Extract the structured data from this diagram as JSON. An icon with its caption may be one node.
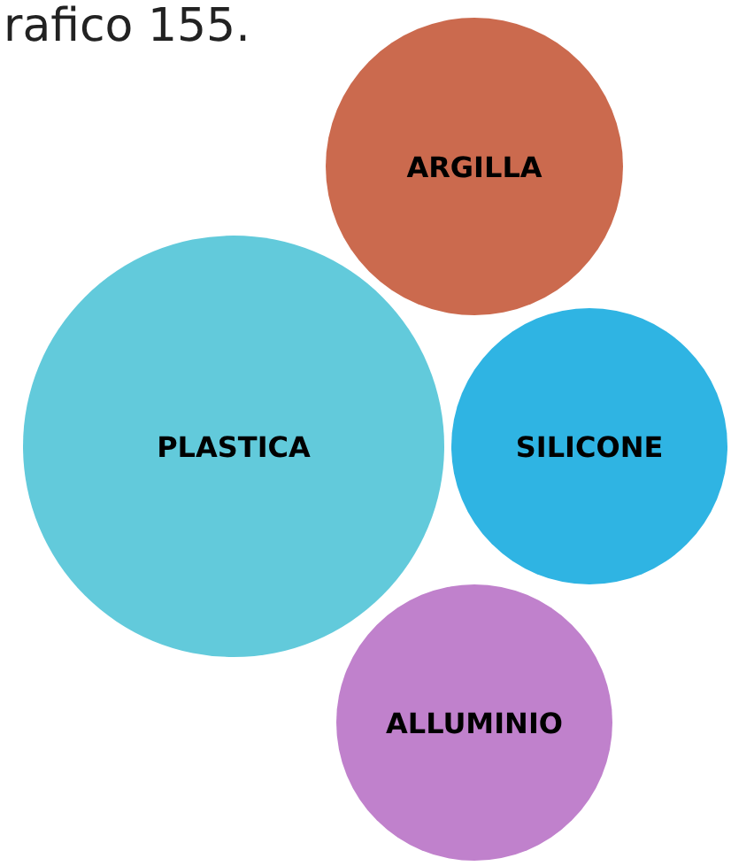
{
  "diagram": {
    "nodes": [
      {
        "text": [
          "ARGILLA"
        ]
      },
      {
        "text": [
          "PLASTICA"
        ]
      },
      {
        "text": [
          "SILICONE"
        ]
      },
      {
        "text": [
          "ALLUMINIO"
        ]
      }
    ],
    "labels": [
      "rafico 155."
    ]
  }
}
